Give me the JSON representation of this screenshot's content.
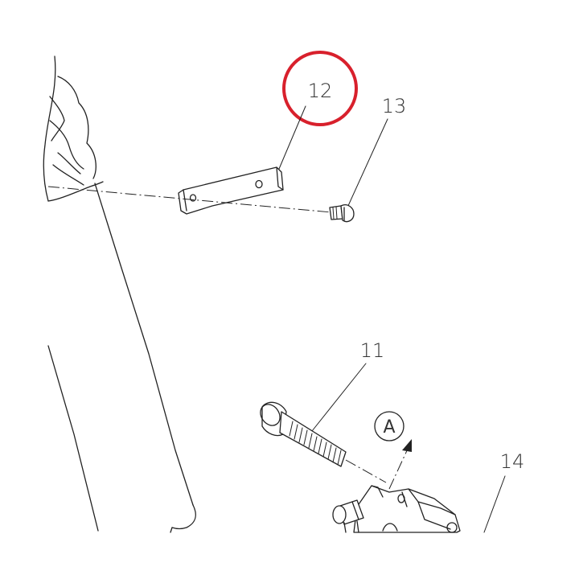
{
  "callouts": {
    "c11": "11",
    "c12": "12",
    "c13": "13",
    "c14": "14"
  },
  "view_marker": "A",
  "highlight_color": "#d8202c",
  "line_color": "#222222"
}
